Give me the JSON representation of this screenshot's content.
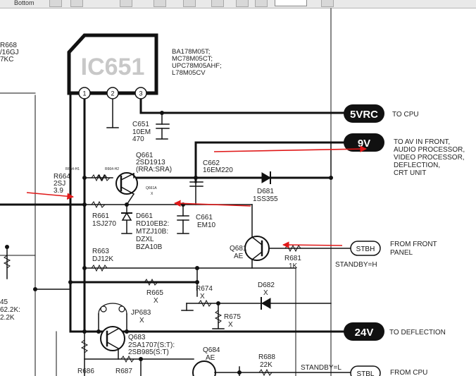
{
  "toolbar": {
    "partial_label": "Bottom"
  },
  "ic": {
    "name": "IC651",
    "pins": [
      "1",
      "2",
      "3"
    ],
    "equivalents": [
      "BA178M05T;",
      "MC78M05CT;",
      "UPC78M05AHF;",
      "L78M05CV"
    ]
  },
  "rails": [
    {
      "label": "5VRC",
      "dest": [
        "TO CPU"
      ]
    },
    {
      "label": "9V",
      "dest": [
        "TO AV IN FRONT,",
        "AUDIO PROCESSOR,",
        "VIDEO PROCESSOR,",
        "DEFLECTION,",
        "CRT UNIT"
      ]
    },
    {
      "label": "24V",
      "dest": [
        "TO DEFLECTION"
      ]
    }
  ],
  "signals": [
    {
      "label": "STBH",
      "dest": [
        "FROM FRONT",
        "PANEL"
      ],
      "note": "STANDBY=H"
    },
    {
      "label": "STBL",
      "dest": [
        "FROM CPU"
      ],
      "note": "STANDBY=L"
    }
  ],
  "left_edge_labels": [
    "R668",
    "/16GJ",
    "7KC",
    "45",
    "62.2K:",
    "2.2K"
  ],
  "components": {
    "c651": [
      "C651",
      "10EM",
      "470"
    ],
    "c662": [
      "C662",
      "16EM220"
    ],
    "q661": [
      "Q661",
      "2SD1913",
      "(RRA:SRA)"
    ],
    "d681": [
      "D681",
      "1SS355"
    ],
    "r664": [
      "R664",
      "2SJ",
      "3.9"
    ],
    "r661": [
      "R661",
      "1SJ270"
    ],
    "d661": [
      "D661",
      "RD10EB2:",
      "MTZJ10B:",
      "DZXL",
      "BZA10B"
    ],
    "c661": [
      "C661",
      "EM10"
    ],
    "q681": [
      "Q681",
      "AE"
    ],
    "r681": [
      "R681",
      "1K"
    ],
    "r663": [
      "R663",
      "DJ12K"
    ],
    "r665": [
      "R665",
      "X"
    ],
    "r674": [
      "R674",
      "X"
    ],
    "d682": [
      "D682",
      "X"
    ],
    "r675": [
      "R675",
      "X"
    ],
    "jp683": [
      "JP683",
      "X"
    ],
    "q683": [
      "Q683",
      "2SA1707(S:T):",
      "2SB985(S:T)"
    ],
    "q684": [
      "Q684",
      "AE"
    ],
    "r688": [
      "R688",
      "22K"
    ],
    "r686": [
      "R686"
    ],
    "r687": [
      "R687"
    ]
  },
  "small_labels": {
    "r664h1": "R664-H1",
    "r664h2": "R664-H2",
    "q661a": "Q661A",
    "q661a_x": "X"
  },
  "colors": {
    "ink": "#111111",
    "annotation_arrow": "#e01818",
    "rail_label_bg": "#111111",
    "rail_label_text": "#ffffff"
  }
}
